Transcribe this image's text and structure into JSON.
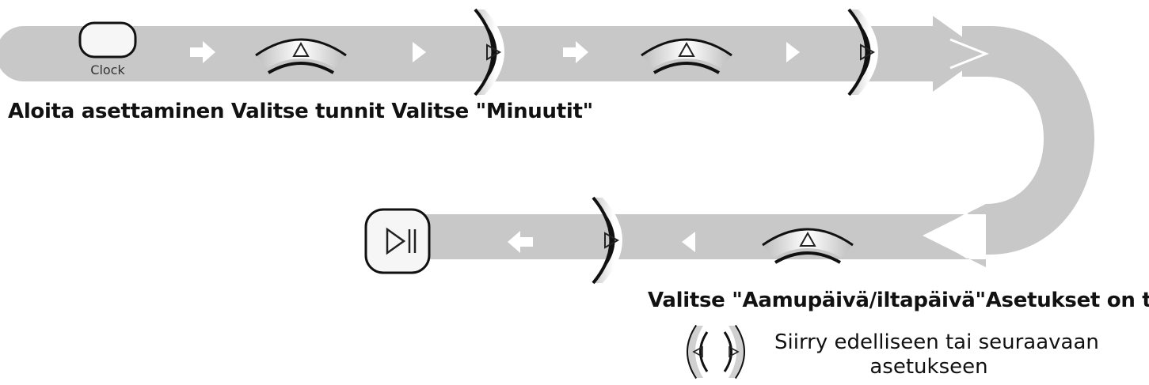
{
  "buttons": {
    "clock_label": "Clock"
  },
  "captions": {
    "top": "Aloita asettaminen Valitse tunnit Valitse \"Minuutit\"",
    "bottom": "Valitse \"Aamupäivä/iltapäivä\"Asetukset on tehty"
  },
  "legend": {
    "line1": "Siirry edelliseen tai seuraavaan",
    "line2": "asetukseen"
  },
  "colors": {
    "band": "#c8c8c8",
    "arrow": "#ffffff",
    "stroke": "#111111",
    "button_fill": "#f6f6f6"
  }
}
